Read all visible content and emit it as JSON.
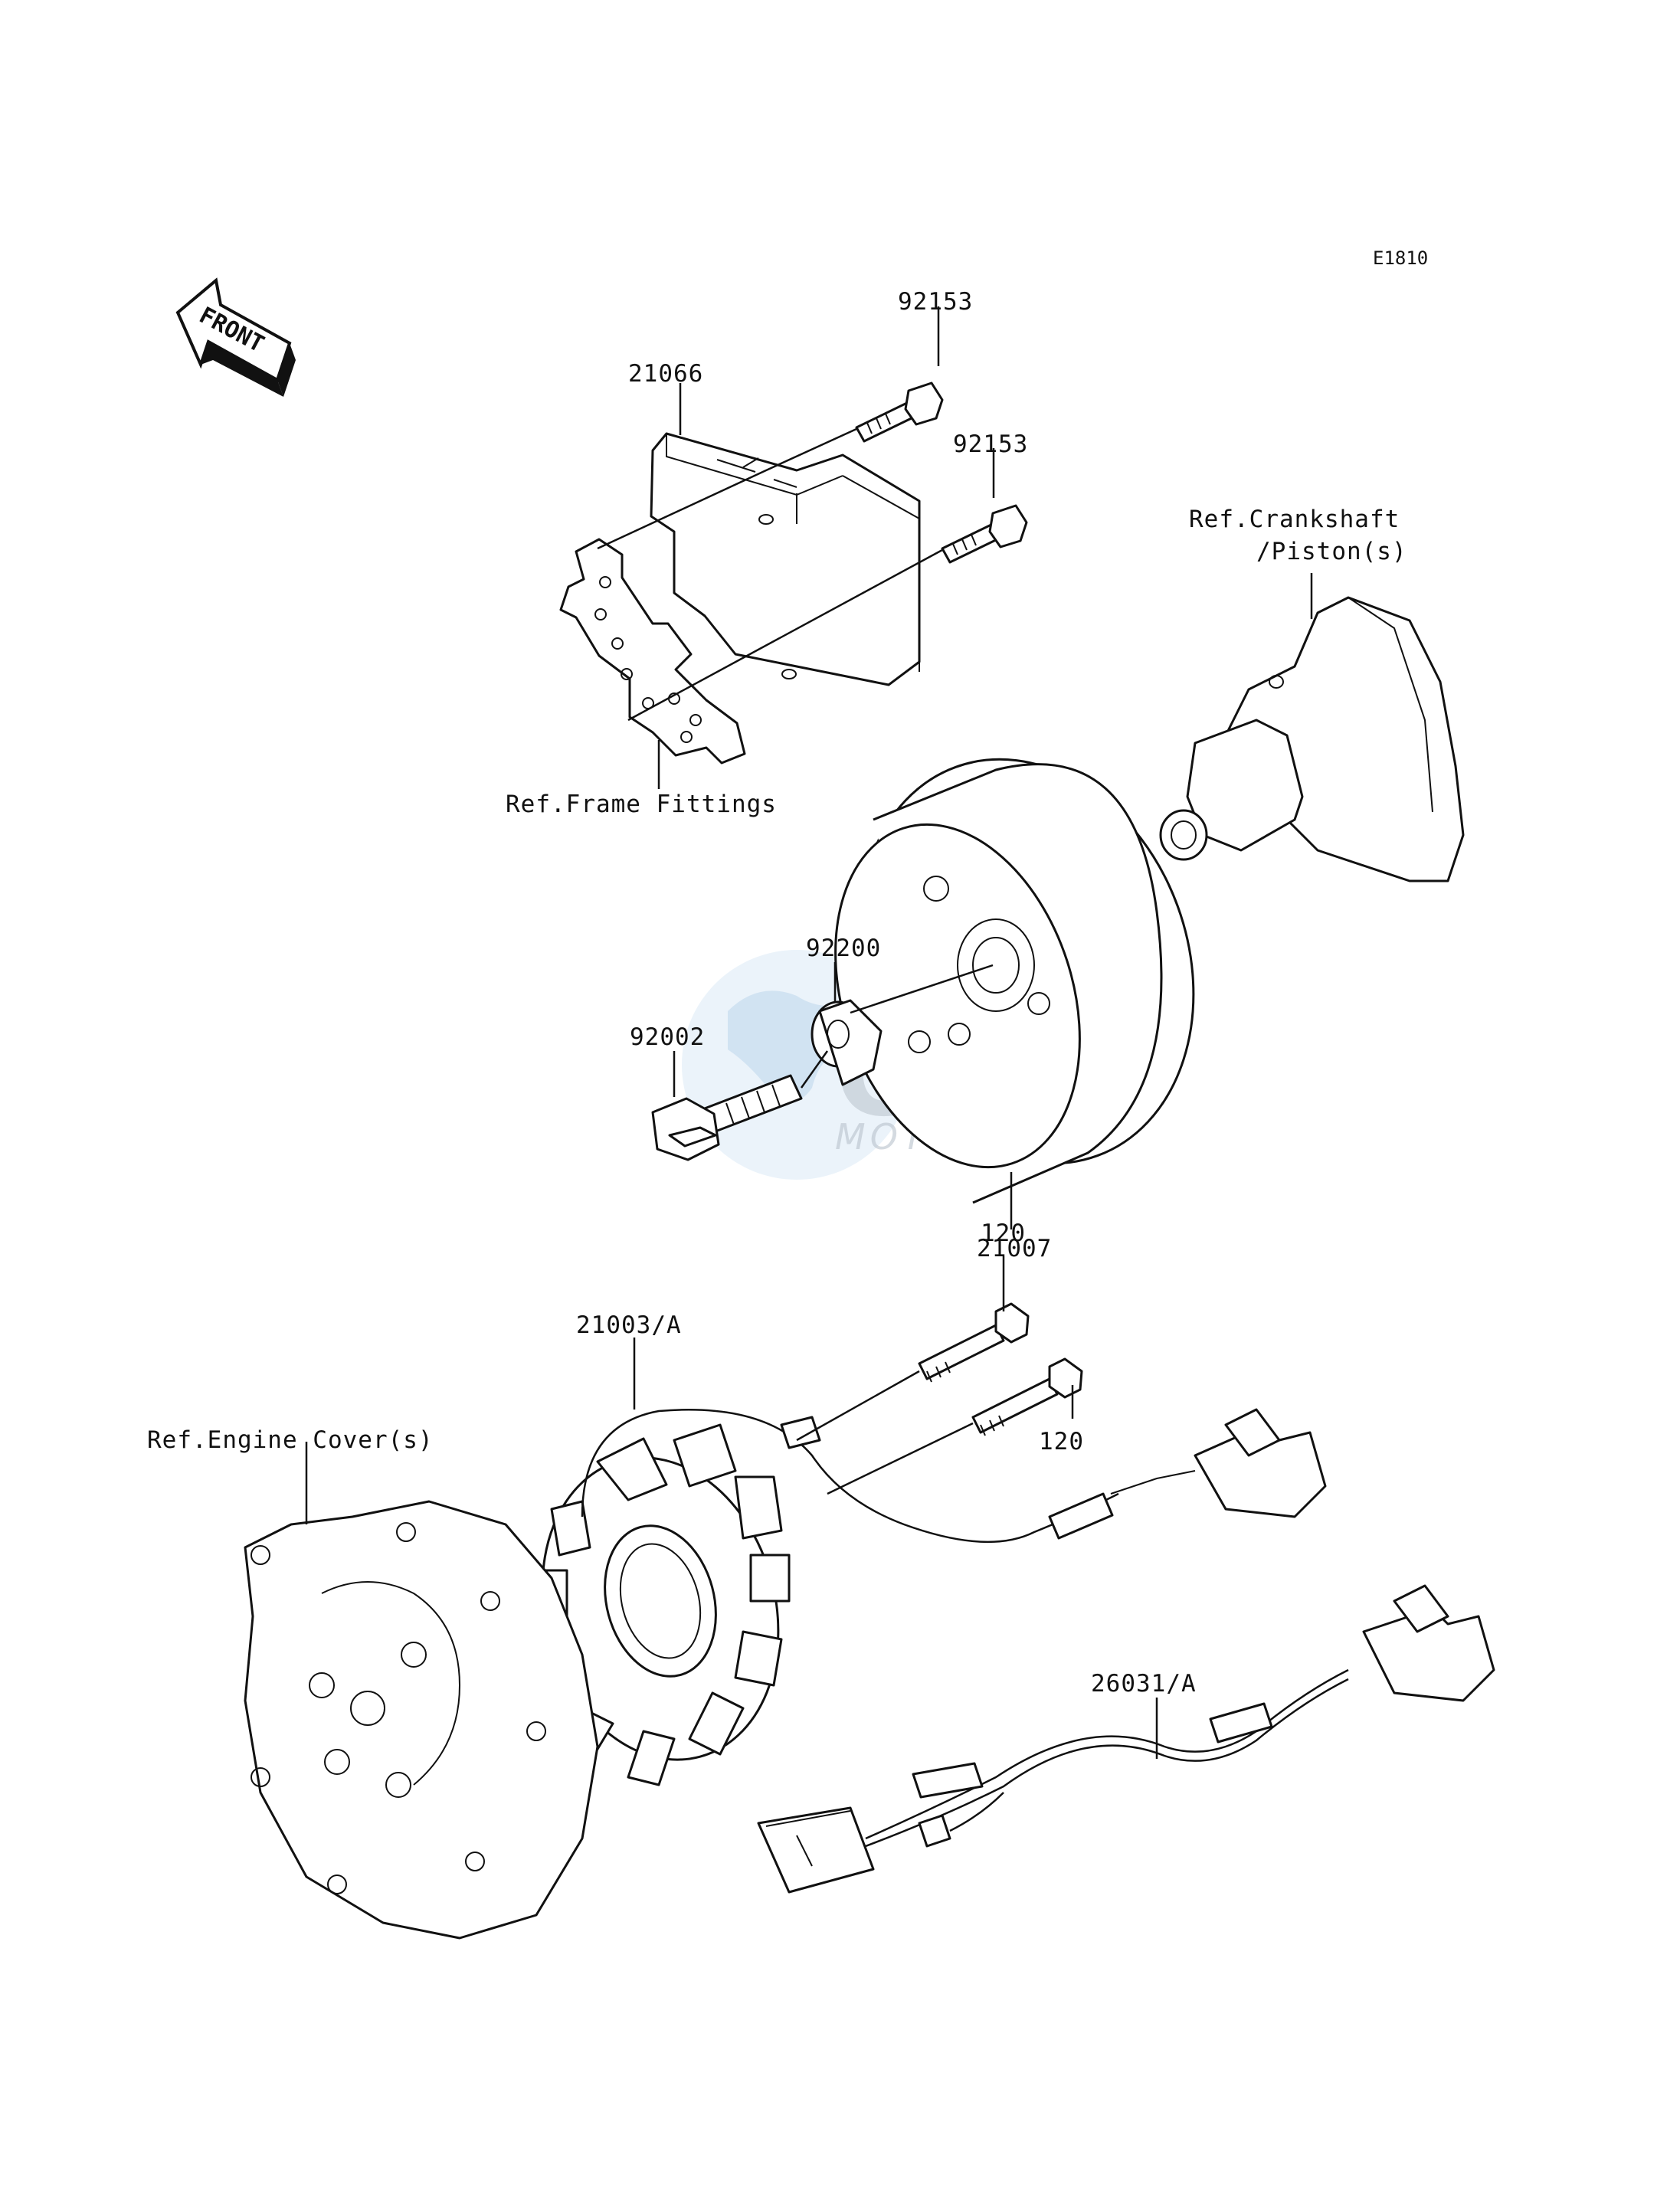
{
  "diagram_code": "E1810",
  "front_badge": "FRONT",
  "watermark": {
    "brand": "OEM",
    "sub": "MOTORPARTS",
    "color": "#b9d5ee"
  },
  "callouts": {
    "p21066": "21066",
    "p92153a": "92153",
    "p92153b": "92153",
    "ref_crank_1": "Ref.Crankshaft",
    "ref_crank_2": "/Piston(s)",
    "ref_frame": "Ref.Frame Fittings",
    "p92200": "92200",
    "p92002": "92002",
    "p21007": "21007",
    "p120a": "120",
    "p120b": "120",
    "p21003": "21003/A",
    "ref_engine_cover": "Ref.Engine Cover(s)",
    "p26031": "26031/A"
  }
}
